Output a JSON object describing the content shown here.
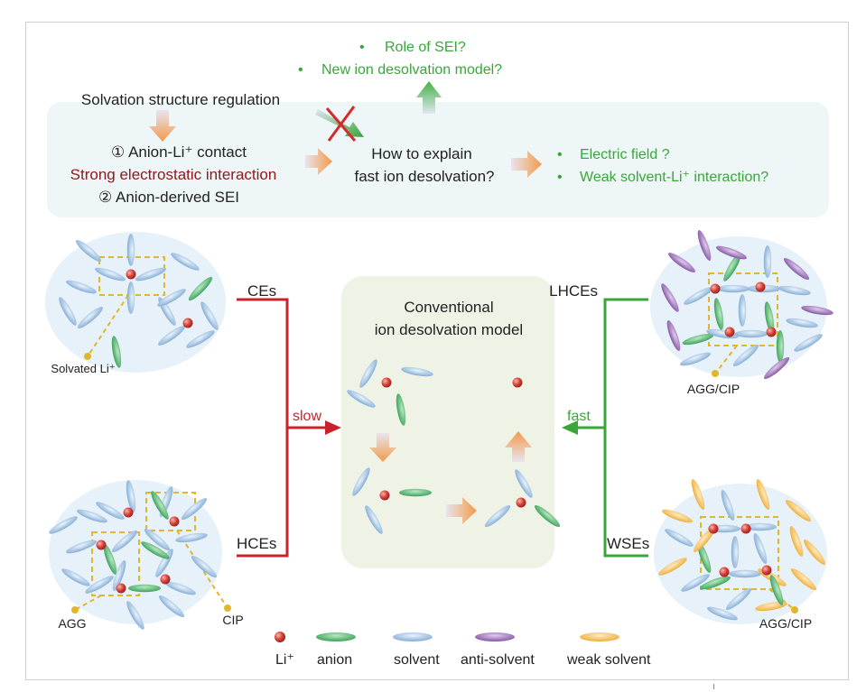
{
  "top": {
    "q_role_sei": "Role of SEI?",
    "q_new_model": "New ion desolvation model?",
    "regulation": "Solvation structure regulation",
    "item1": "① Anion-Li⁺ contact",
    "strong": "Strong electrostatic interaction",
    "item2": "② Anion-derived SEI",
    "explain_1": "How to explain",
    "explain_2": "fast ion desolvation?",
    "hyp_field": "Electric field ?",
    "hyp_weak": "Weak solvent-Li⁺ interaction?",
    "bullet": "•"
  },
  "middle": {
    "model_1": "Conventional",
    "model_2": "ion desolvation model",
    "slow": "slow",
    "fast": "fast",
    "ces": "CEs",
    "hces": "HCEs",
    "lhces": "LHCEs",
    "wses": "WSEs",
    "solvated": "Solvated Li⁺",
    "agg": "AGG",
    "cip": "CIP",
    "aggcip_1": "AGG/CIP",
    "aggcip_2": "AGG/CIP"
  },
  "legend": {
    "li": "Li⁺",
    "anion": "anion",
    "solvent": "solvent",
    "antisolvent": "anti-solvent",
    "weak": "weak solvent"
  },
  "colors": {
    "red": "#c8232c",
    "green": "#3aa63a",
    "dark_red": "#8b1a1a",
    "solvent_blue": "#8fb6dc",
    "anion_green": "#3aa55a",
    "anti_purple": "#8a5aa8",
    "weak_orange": "#f2b544",
    "li_red": "#d4403a",
    "bubble": "#e6f1fa",
    "panel": "#eef6f8",
    "model_bg": "#eef3e6",
    "dash": "#e2b62a"
  }
}
